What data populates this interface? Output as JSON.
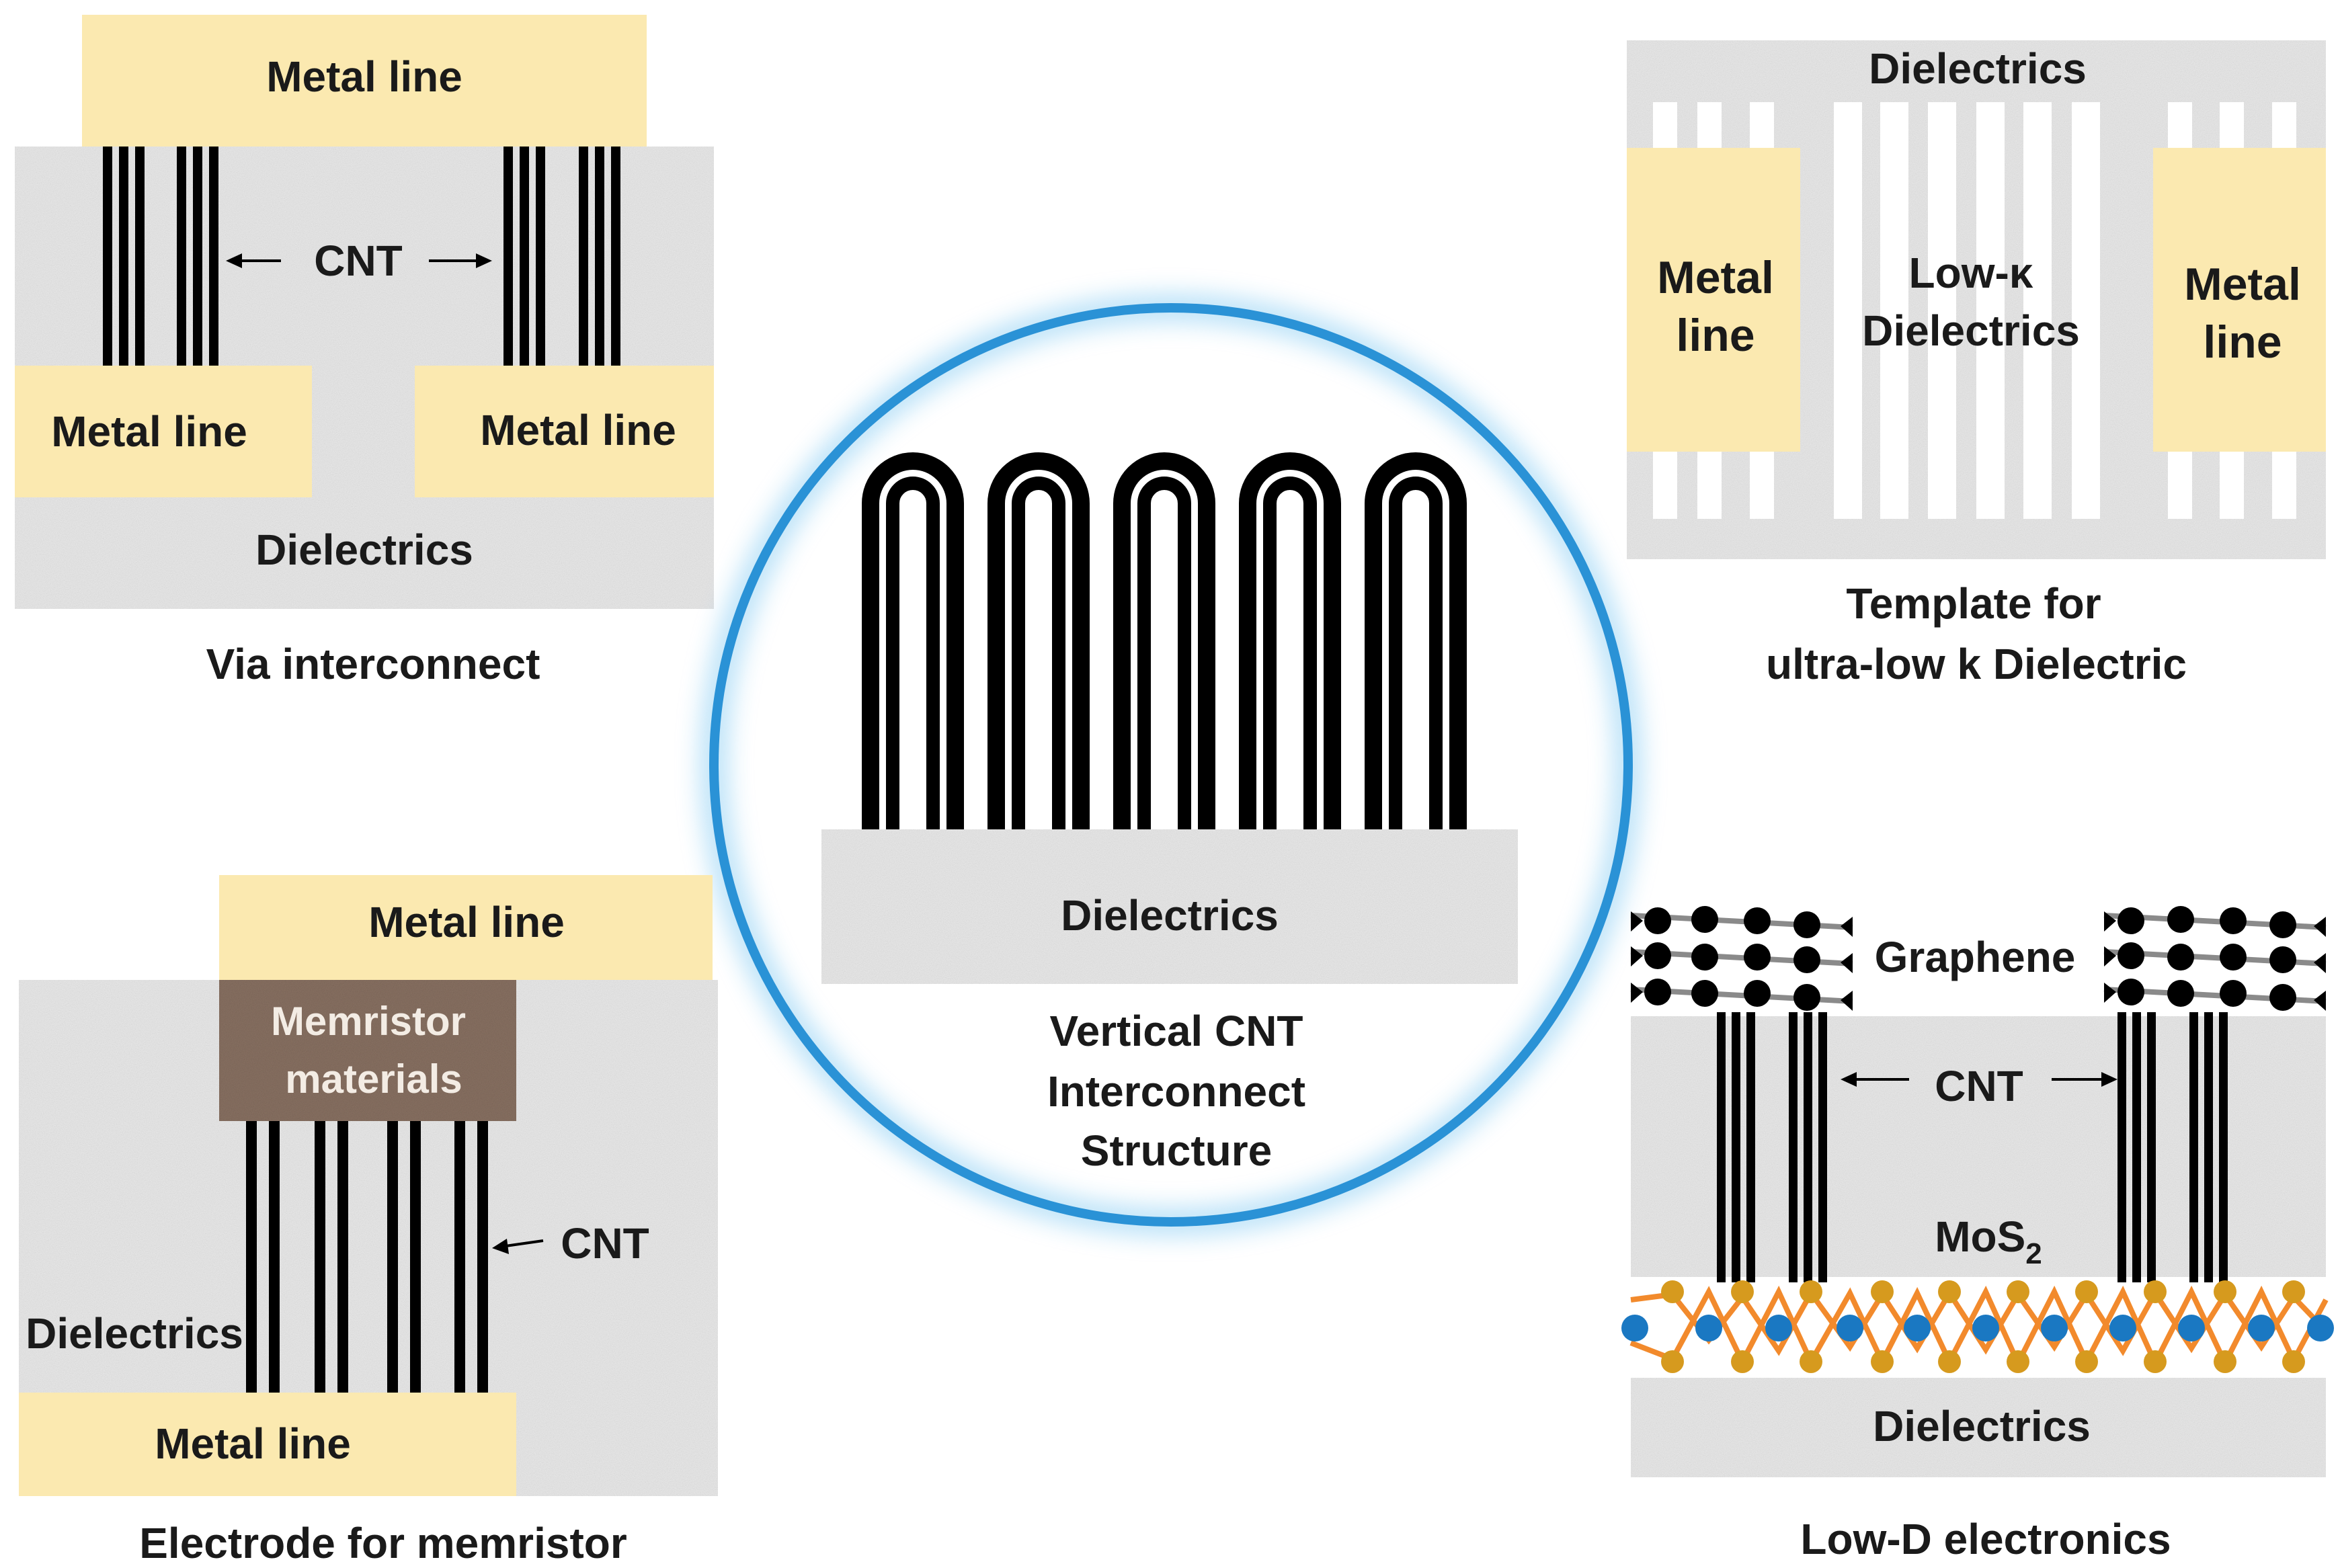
{
  "via": {
    "metal_top": "Metal line",
    "cnt": "CNT",
    "metal_left": "Metal line",
    "metal_right": "Metal line",
    "dielectrics": "Dielectrics",
    "caption": "Via interconnect"
  },
  "template": {
    "dielectrics": "Dielectrics",
    "metal_left_1": "Metal",
    "metal_left_2": "line",
    "lowk_1": "Low-κ",
    "lowk_2": "Dielectrics",
    "metal_right_1": "Metal",
    "metal_right_2": "line",
    "caption_1": "Template for",
    "caption_2": "ultra-low k Dielectric"
  },
  "center": {
    "dielectrics": "Dielectrics",
    "caption_1": "Vertical CNT",
    "caption_2": "Interconnect",
    "caption_3": "Structure"
  },
  "memristor": {
    "metal_top": "Metal line",
    "mem_1": "Memristor",
    "mem_2": "materials",
    "cnt": "CNT",
    "dielectrics": "Dielectrics",
    "metal_bottom": "Metal line",
    "caption": "Electrode for memristor"
  },
  "lowd": {
    "graphene": "Graphene",
    "cnt": "CNT",
    "mos2_base": "MoS",
    "mos2_sub": "2",
    "dielectrics": "Dielectrics",
    "caption": "Low-D electronics"
  },
  "colors": {
    "metal": "#fbe9b0",
    "dielectric": "#e9e9e9",
    "cnt": "#000000",
    "ring": "#2a92d6",
    "mos_blue": "#1a78c2",
    "mos_gold": "#d69a1e",
    "memristor": "#8a7263"
  }
}
